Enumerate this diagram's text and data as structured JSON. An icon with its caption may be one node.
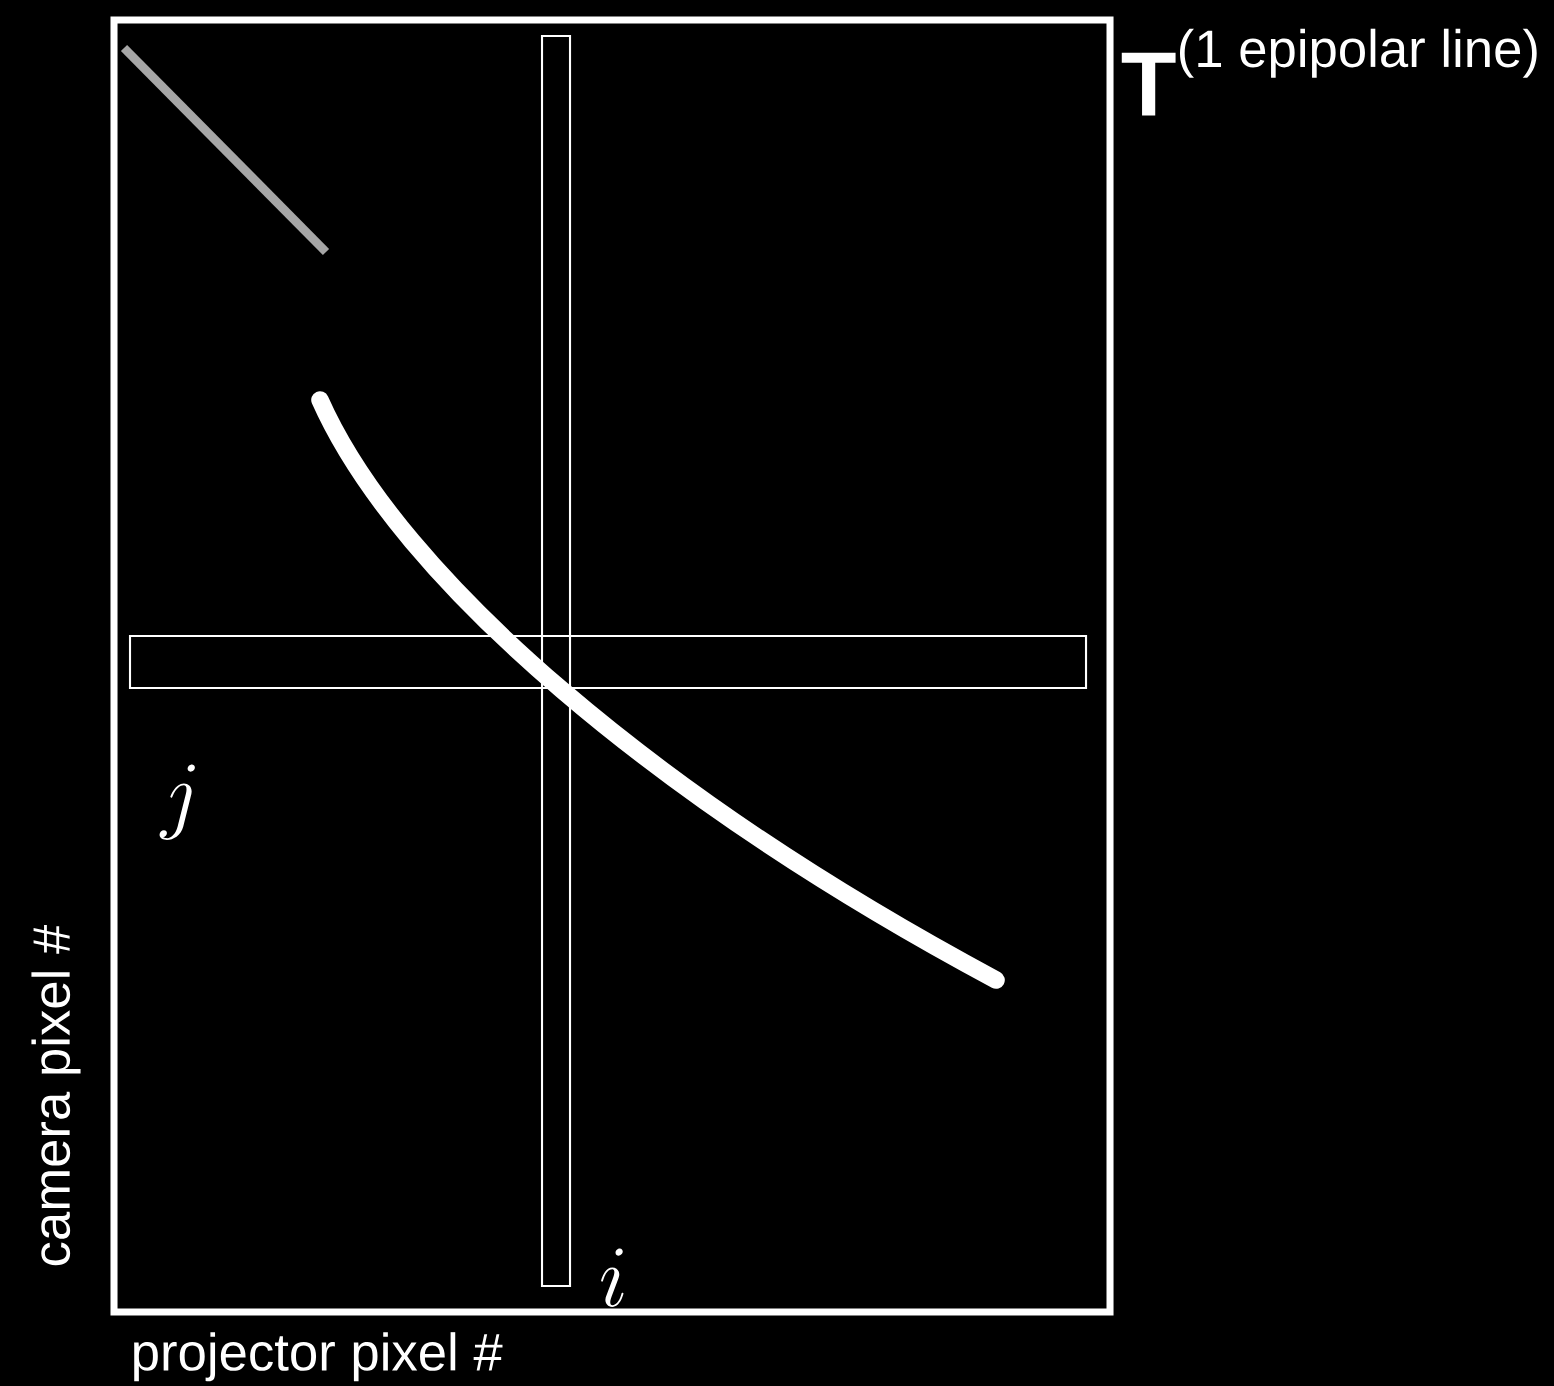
{
  "diagram": {
    "labels": [
      "\\mathbf{T}",
      "(1 epipolar line)",
      "j",
      "i",
      "camera pixel #",
      "projector pixel #"
    ]
  }
}
